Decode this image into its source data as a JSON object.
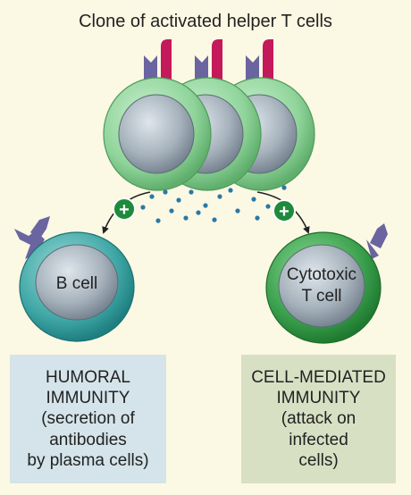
{
  "title": "Clone of activated helper T cells",
  "cells": {
    "b_cell": "B cell",
    "cytotoxic_line1": "Cytotoxic",
    "cytotoxic_line2": "T cell"
  },
  "boxes": {
    "humoral": "HUMORAL\nIMMUNITY\n(secretion of\nantibodies\nby plasma cells)",
    "cell_mediated": "CELL-MEDIATED\nIMMUNITY\n(attack on\ninfected\ncells)"
  },
  "signs": {
    "left": "+",
    "right": "+"
  },
  "colors": {
    "background": "#fbf8e3",
    "helper_cell": "#8fd49a",
    "nucleus": "#a6b2bc",
    "b_cell": "#3fa7a6",
    "cytotoxic": "#3aa04d",
    "receptor_purple": "#6a64a0",
    "receptor_magenta": "#c4195a",
    "cytokine": "#2b78a6",
    "plus_circle": "#1e8a3c"
  }
}
